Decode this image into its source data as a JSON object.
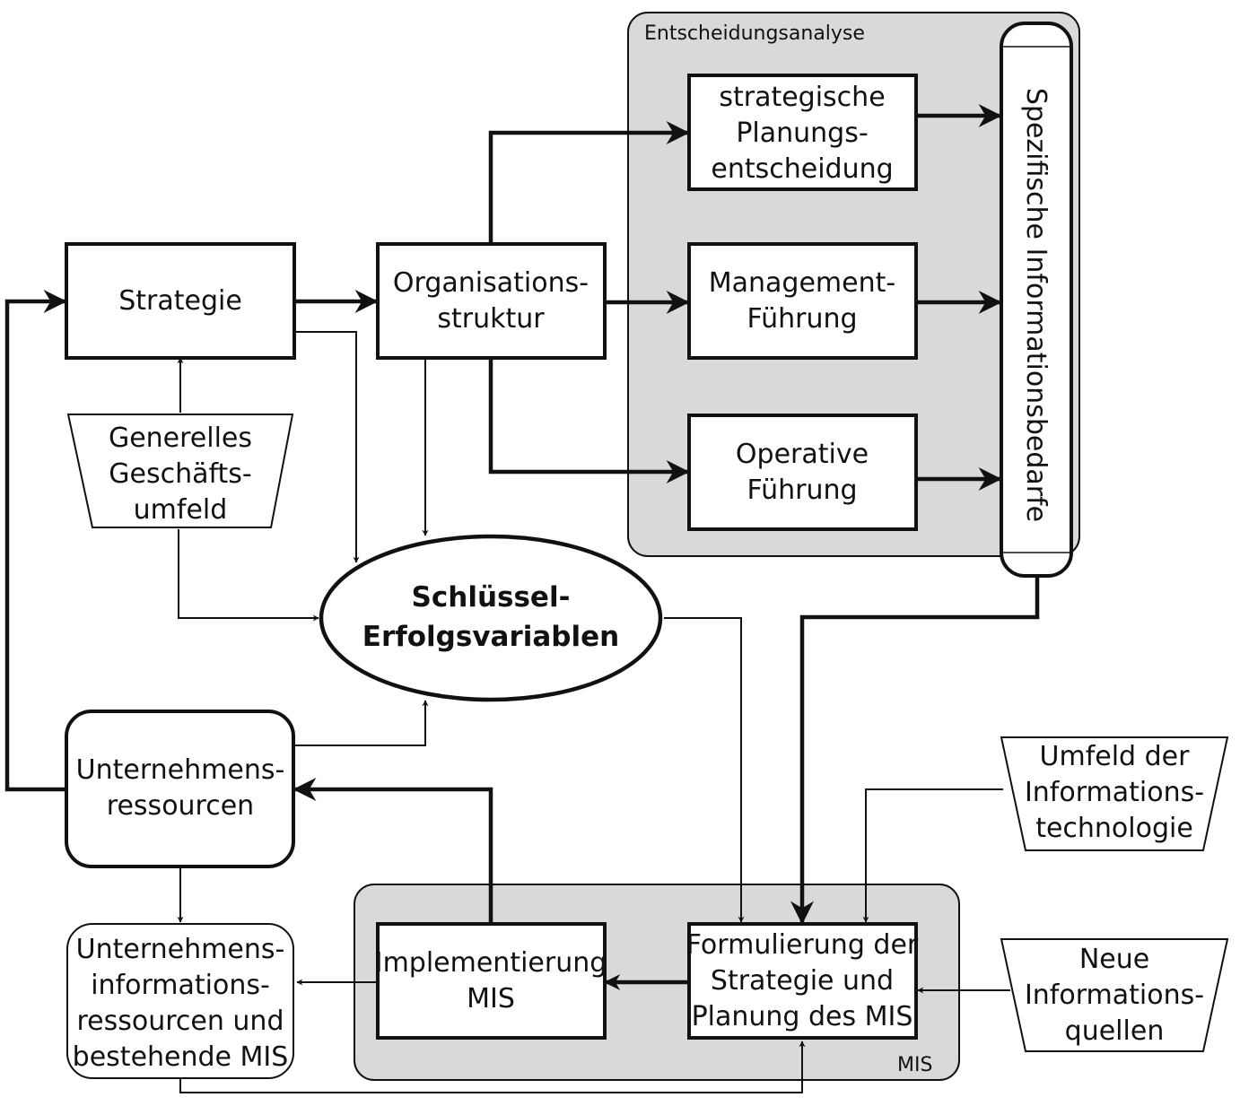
{
  "groups": {
    "decision_analysis": "Entscheidungsanalyse",
    "mis": "MIS"
  },
  "nodes": {
    "strategy": [
      "Strategie"
    ],
    "general_environment": [
      "Generelles",
      "Geschäfts-",
      "umfeld"
    ],
    "organization": [
      "Organisations-",
      "struktur"
    ],
    "strategic_planning": [
      "strategische",
      "Planungs-",
      "entscheidung"
    ],
    "management": [
      "Management-",
      "Führung"
    ],
    "operative": [
      "Operative",
      "Führung"
    ],
    "info_needs": "Spezifische Informationsbedarfe",
    "key_success": [
      "Schlüssel-",
      "Erfolgsvariablen"
    ],
    "company_resources": [
      "Unternehmens-",
      "ressourcen"
    ],
    "company_info_resources": [
      "Unternehmens-",
      "informations-",
      "ressourcen und",
      "bestehende MIS"
    ],
    "implementation": [
      "Implementierung",
      "MIS"
    ],
    "formulation": [
      "Formulierung der",
      "Strategie und",
      "Planung des MIS"
    ],
    "it_environment": [
      "Umfeld der",
      "Informations-",
      "technologie"
    ],
    "new_sources": [
      "Neue",
      "Informations-",
      "quellen"
    ]
  }
}
